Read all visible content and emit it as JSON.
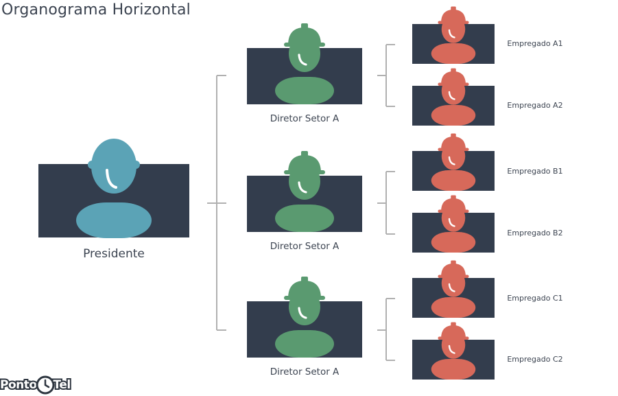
{
  "title": "Organograma Horizontal",
  "colors": {
    "card": "#333d4d",
    "president": "#5ba3b6",
    "director": "#5a9a70",
    "employee": "#d7695a",
    "connector": "#b0b0b0"
  },
  "president": {
    "label": "Presidente"
  },
  "directors": [
    {
      "label": "Diretor Setor A",
      "employees": [
        {
          "label": "Empregado A1"
        },
        {
          "label": "Empregado A2"
        }
      ]
    },
    {
      "label": "Diretor Setor A",
      "employees": [
        {
          "label": "Empregado B1"
        },
        {
          "label": "Empregado B2"
        }
      ]
    },
    {
      "label": "Diretor Setor A",
      "employees": [
        {
          "label": "Empregado C1"
        },
        {
          "label": "Empregado C2"
        }
      ]
    }
  ],
  "logo": {
    "word1": "Ponto",
    "word2": "Tel"
  }
}
